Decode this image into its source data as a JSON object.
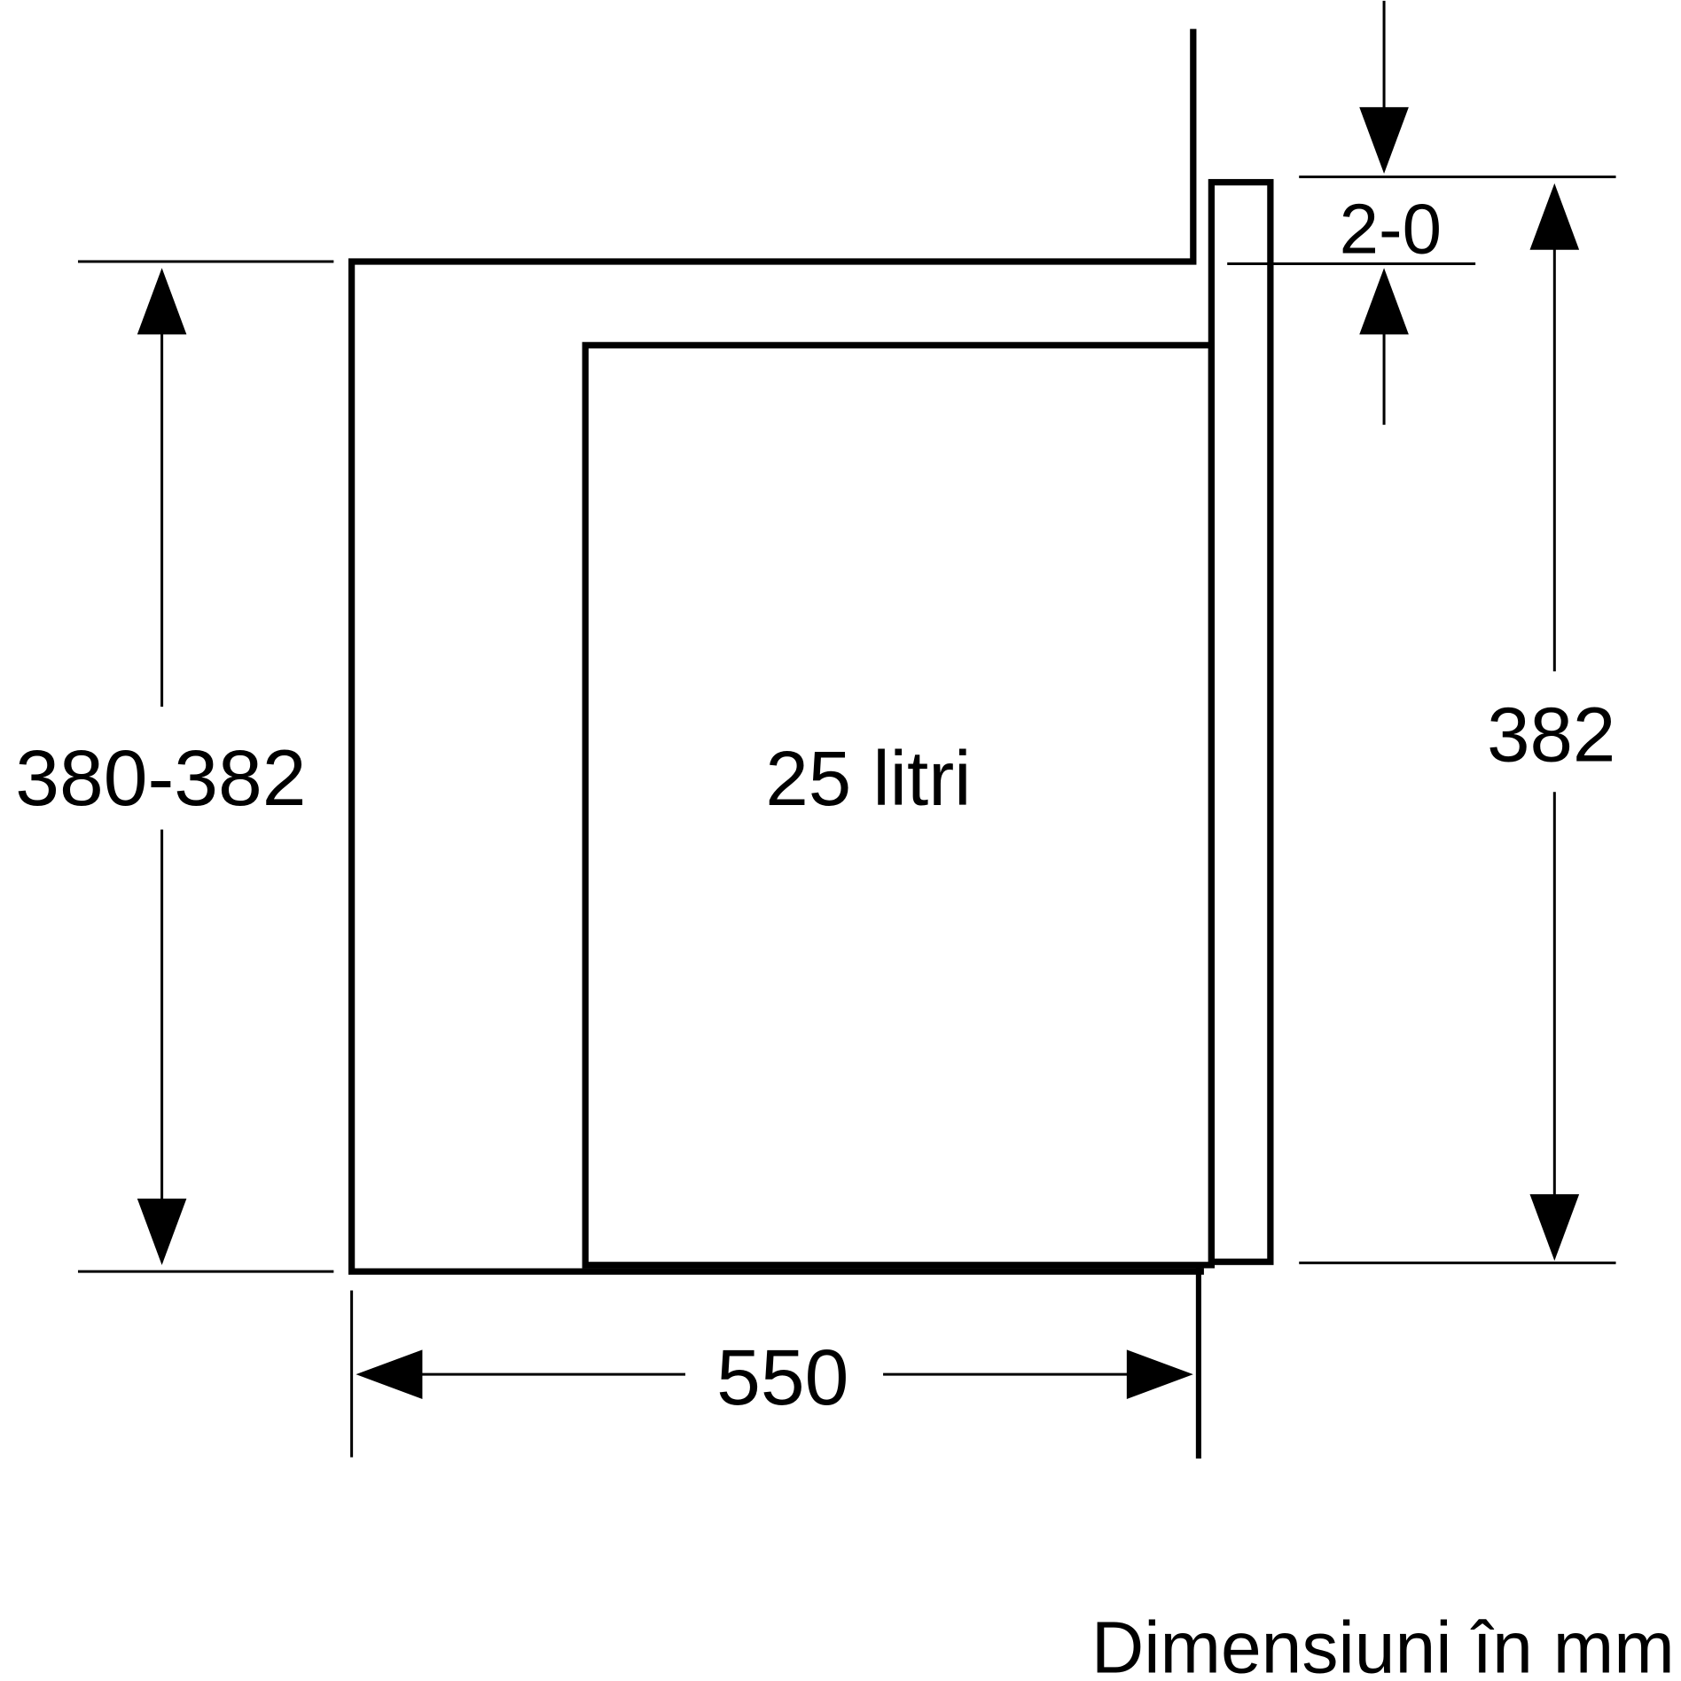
{
  "dimensions": {
    "niche_height": "380-382",
    "appliance_height": "382",
    "offset": "2-0",
    "depth": "550"
  },
  "volume_label": "25 litri",
  "units_note": "Dimensiuni în mm",
  "colors": {
    "stroke": "#000000",
    "background": "#ffffff"
  }
}
